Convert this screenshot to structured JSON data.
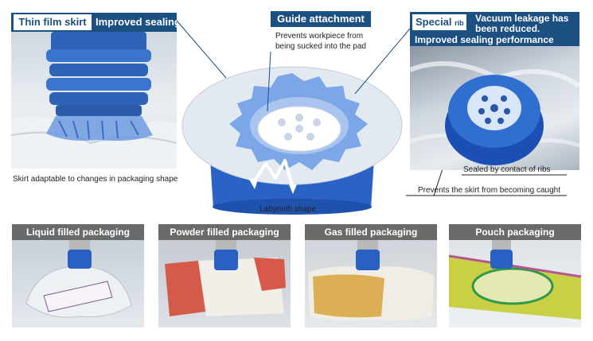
{
  "thin_film": {
    "tag": "Thin film skirt",
    "title": "Improved sealing",
    "caption": "Skirt adaptable to changes in packaging shape"
  },
  "guide": {
    "title": "Guide attachment",
    "desc_line1": "Prevents workpiece from",
    "desc_line2": "being sucked into the pad",
    "caption": "Labyrinth shape"
  },
  "special_rib": {
    "tag": "Special",
    "tag_suffix": "rib",
    "line1": "Vacuum leakage has",
    "line2": "been reduced.",
    "line3": "Improved sealing performance",
    "callout1": "Sealed by contact of ribs",
    "callout2": "Prevents the skirt from becoming caught"
  },
  "packaging": [
    {
      "label": "Liquid filled packaging"
    },
    {
      "label": "Powder filled packaging"
    },
    {
      "label": "Gas filled packaging"
    },
    {
      "label": "Pouch packaging"
    }
  ],
  "colors": {
    "header_blue": "#1c4f82",
    "grey_header": "#6a6a6a",
    "pad_blue": "#2f6fd0"
  }
}
